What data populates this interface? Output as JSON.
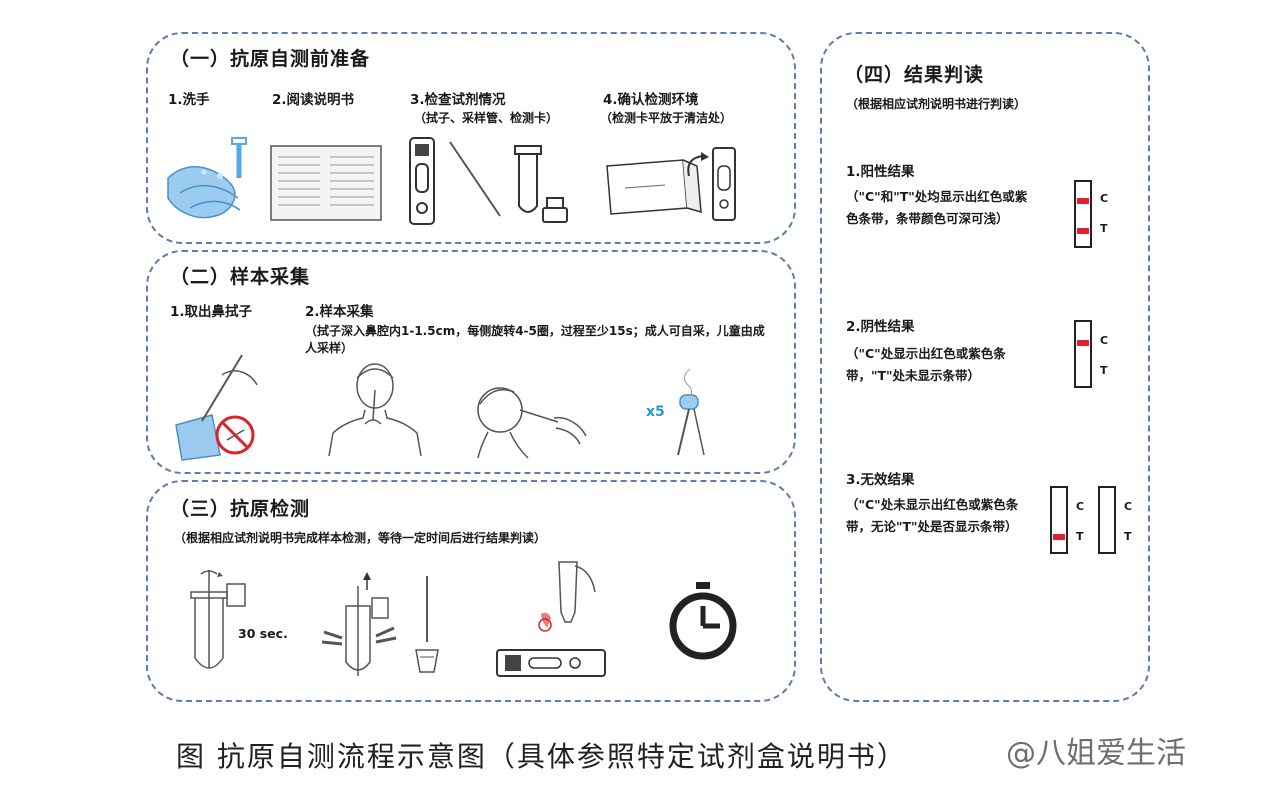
{
  "s1": {
    "title": "（一）抗原自测前准备",
    "steps": [
      "1.洗手",
      "2.阅读说明书",
      "3.检查试剂情况",
      "4.确认检测环境"
    ],
    "step3_sub": "（拭子、采样管、检测卡）",
    "step4_sub": "（检测卡平放于清洁处）"
  },
  "s2": {
    "title": "（二）样本采集",
    "step1": "1.取出鼻拭子",
    "step2": "2.样本采集",
    "step2_sub": "（拭子深入鼻腔内1-1.5cm，每侧旋转4-5圈，过程至少15s；成人可自采，儿童由成人采样）",
    "times_label": "x5"
  },
  "s3": {
    "title": "（三）抗原检测",
    "sub": "（根据相应试剂说明书完成样本检测，等待一定时间后进行结果判读）",
    "timer_label": "30 sec."
  },
  "s4": {
    "title": "（四）结果判读",
    "sub": "（根据相应试剂说明书进行判读）",
    "r1_title": "1.阳性结果",
    "r1_desc": "（\"C\"和\"T\"处均显示出红色或紫色条带，条带颜色可深可浅）",
    "r2_title": "2.阴性结果",
    "r2_desc": "（\"C\"处显示出红色或紫色条带，\"T\"处未显示条带）",
    "r3_title": "3.无效结果",
    "r3_desc": "（\"C\"处未显示出红色或紫色条带，无论\"T\"处是否显示条带）",
    "c_label": "C",
    "t_label": "T"
  },
  "caption": "图 抗原自测流程示意图（具体参照特定试剂盒说明书）",
  "watermark": "@八姐爱生活",
  "colors": {
    "border": "#5a7db3",
    "band": "#e0202a",
    "hands": "#7fb6e6",
    "accent": "#1e9ad6"
  }
}
